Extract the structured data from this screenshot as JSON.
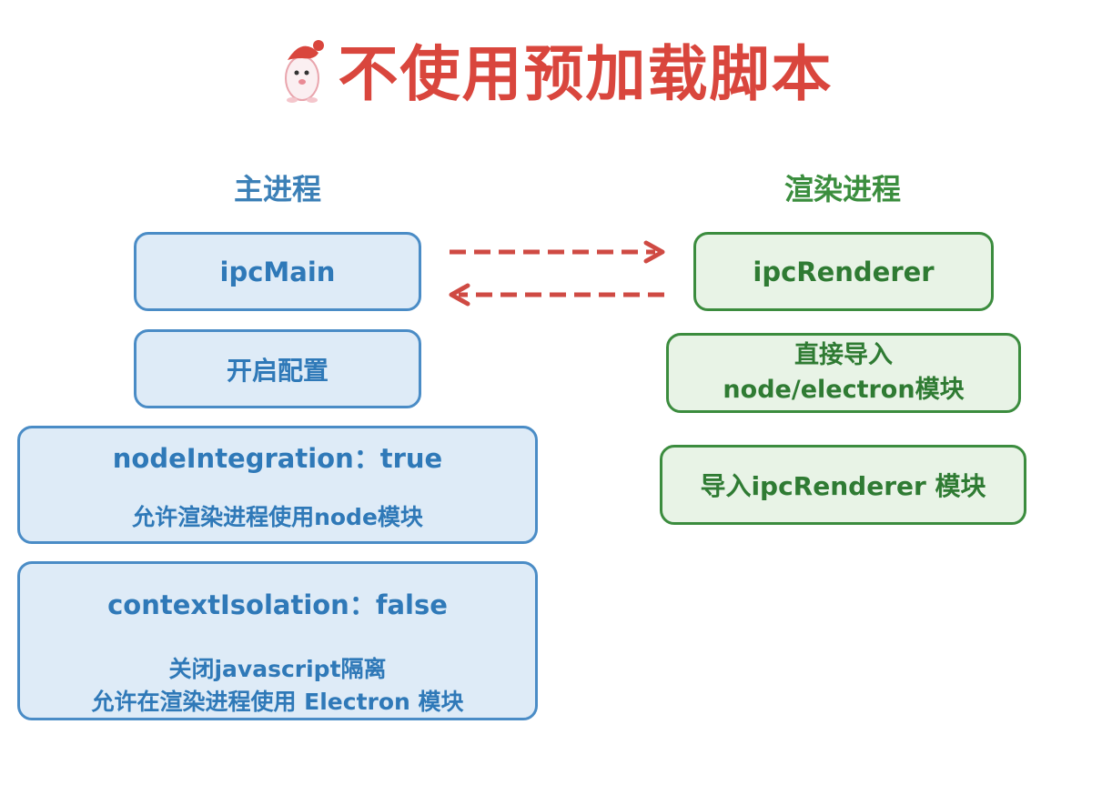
{
  "title": "不使用预加载脚本",
  "main_process": {
    "heading": "主进程",
    "ipc_main": "ipcMain",
    "enable_config": "开启配置",
    "node_integration": {
      "setting": "nodeIntegration：true",
      "desc": "允许渲染进程使用node模块"
    },
    "context_isolation": {
      "setting": "contextIsolation：false",
      "desc_line1": "关闭javascript隔离",
      "desc_line2": "允许在渲染进程使用 Electron 模块"
    }
  },
  "renderer_process": {
    "heading": "渲染进程",
    "ipc_renderer": "ipcRenderer",
    "direct_import_line1": "直接导入",
    "direct_import_line2": "node/electron模块",
    "import_ipc_renderer": "导入ipcRenderer 模块"
  },
  "colors": {
    "title": "#d9463d",
    "main": "#3c80b7",
    "renderer": "#3b8e3e",
    "arrow": "#cf4a43"
  }
}
